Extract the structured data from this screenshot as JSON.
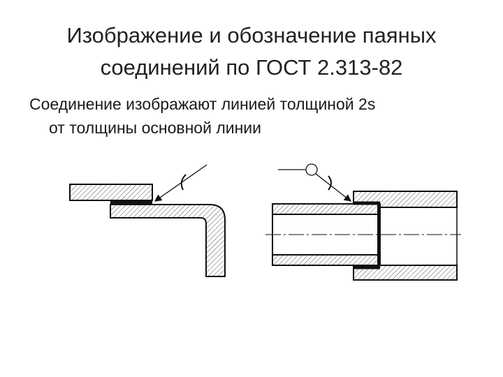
{
  "slide": {
    "title_line1": "Изображение и обозначение паяных",
    "title_line2": "соединений по ГОСТ 2.313-82",
    "body_line1": "Соединение изображают линией толщиной 2s",
    "body_line2": "от толщины основной линии"
  },
  "figures": [
    {
      "name": "lap-joint-angle",
      "symbol": "solder-mark-arc"
    },
    {
      "name": "pipe-sleeve-joint",
      "symbol": "solder-mark-arc-with-circle"
    }
  ]
}
